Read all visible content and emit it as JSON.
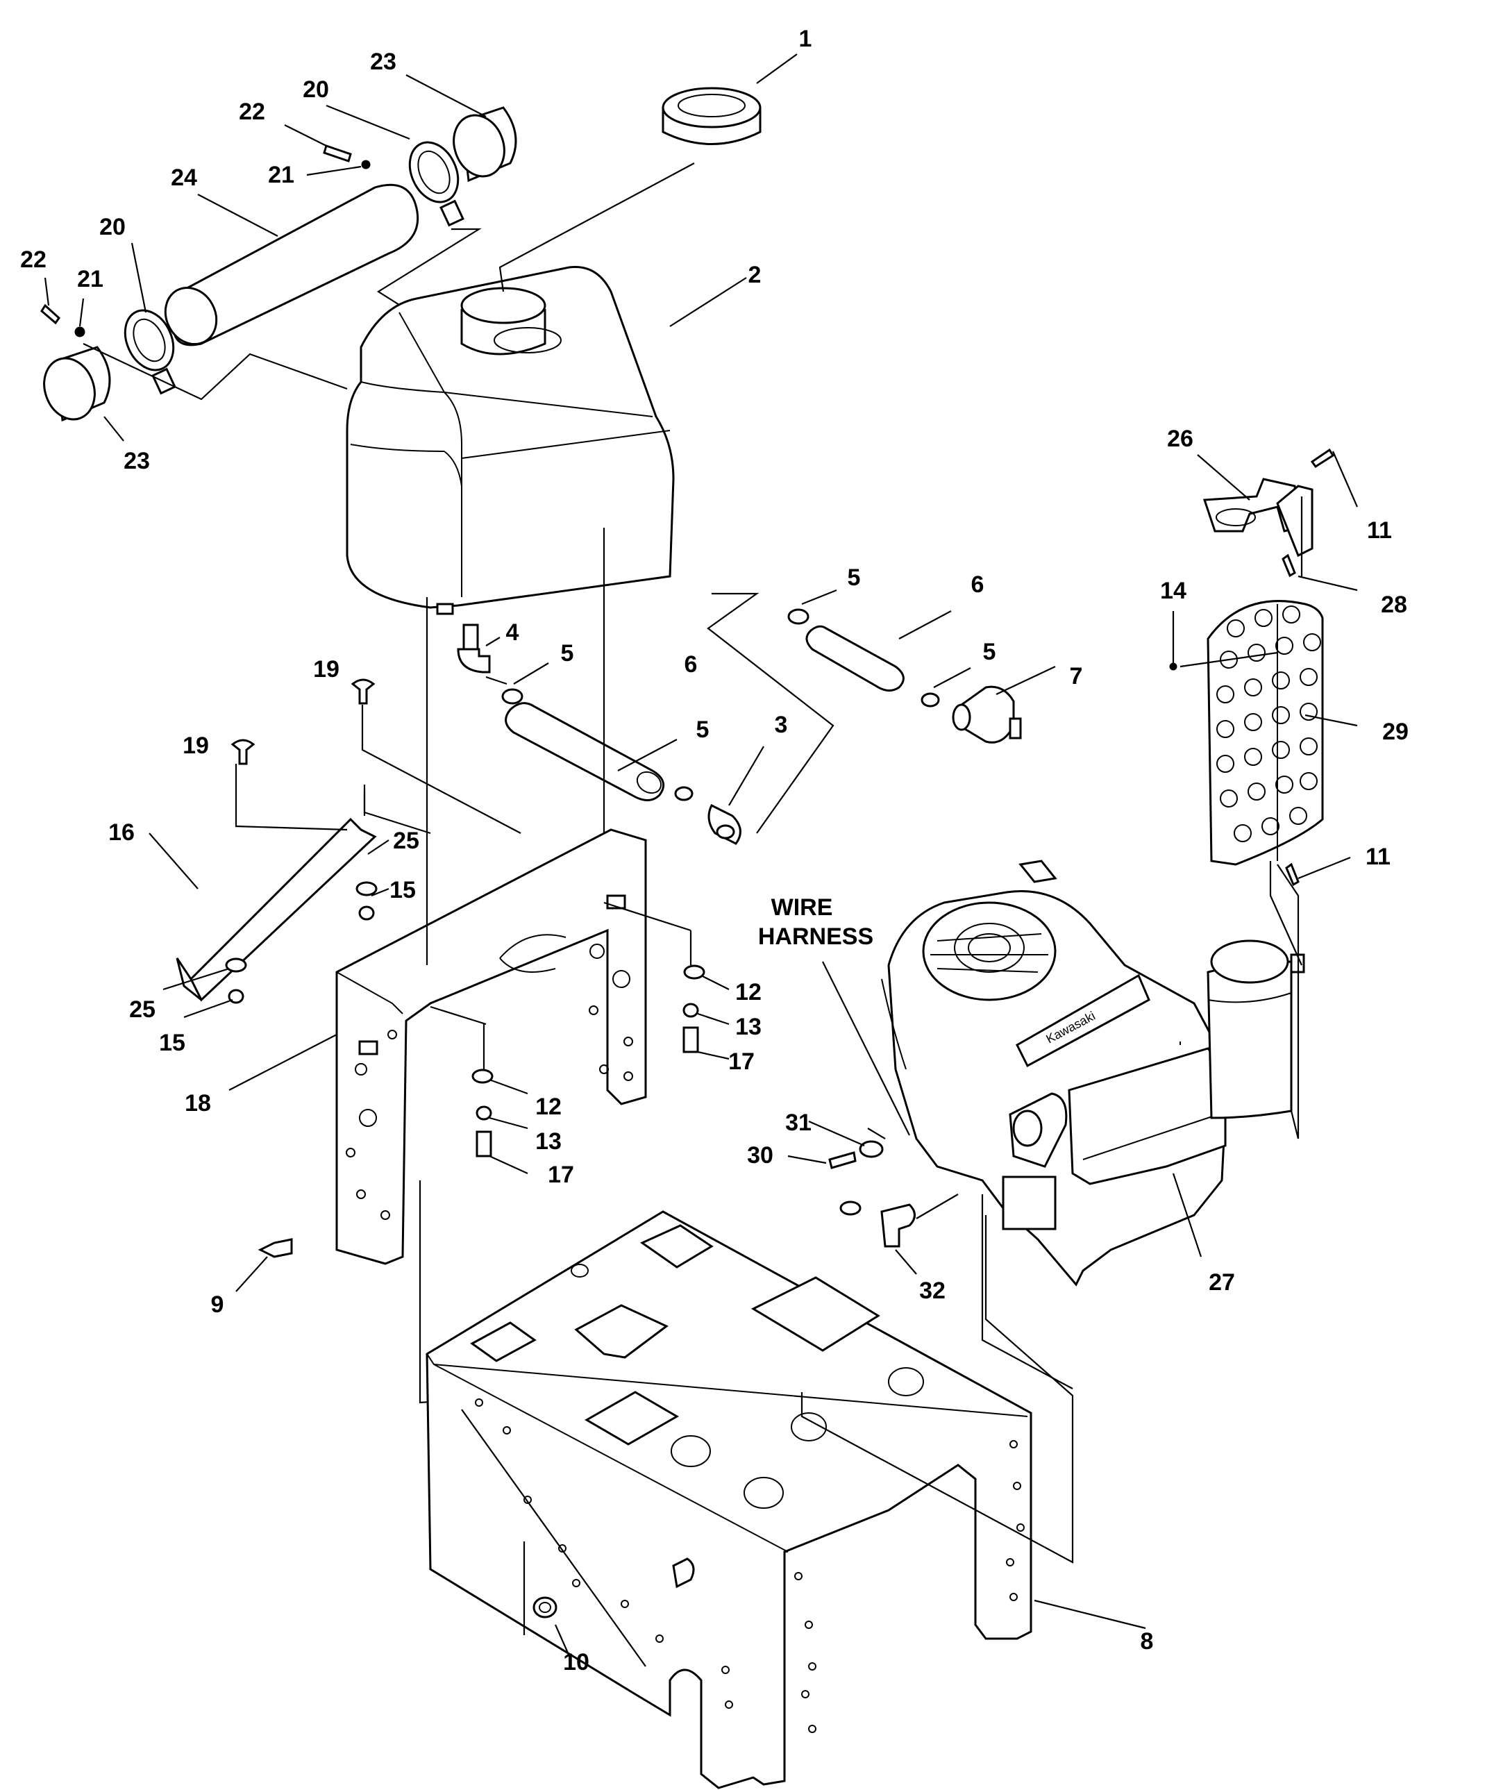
{
  "callouts": [
    {
      "id": "c1",
      "text": "1"
    },
    {
      "id": "c2",
      "text": "2"
    },
    {
      "id": "c3",
      "text": "3"
    },
    {
      "id": "c4",
      "text": "4"
    },
    {
      "id": "c5a",
      "text": "5"
    },
    {
      "id": "c5b",
      "text": "5"
    },
    {
      "id": "c5c",
      "text": "5"
    },
    {
      "id": "c5d",
      "text": "5"
    },
    {
      "id": "c6a",
      "text": "6"
    },
    {
      "id": "c6b",
      "text": "6"
    },
    {
      "id": "c7",
      "text": "7"
    },
    {
      "id": "c8",
      "text": "8"
    },
    {
      "id": "c9",
      "text": "9"
    },
    {
      "id": "c10",
      "text": "10"
    },
    {
      "id": "c11a",
      "text": "11"
    },
    {
      "id": "c11b",
      "text": "11"
    },
    {
      "id": "c12a",
      "text": "12"
    },
    {
      "id": "c12b",
      "text": "12"
    },
    {
      "id": "c13a",
      "text": "13"
    },
    {
      "id": "c13b",
      "text": "13"
    },
    {
      "id": "c14",
      "text": "14"
    },
    {
      "id": "c15a",
      "text": "15"
    },
    {
      "id": "c15b",
      "text": "15"
    },
    {
      "id": "c16",
      "text": "16"
    },
    {
      "id": "c17a",
      "text": "17"
    },
    {
      "id": "c17b",
      "text": "17"
    },
    {
      "id": "c18",
      "text": "18"
    },
    {
      "id": "c19a",
      "text": "19"
    },
    {
      "id": "c19b",
      "text": "19"
    },
    {
      "id": "c20a",
      "text": "20"
    },
    {
      "id": "c20b",
      "text": "20"
    },
    {
      "id": "c21a",
      "text": "21"
    },
    {
      "id": "c21b",
      "text": "21"
    },
    {
      "id": "c22a",
      "text": "22"
    },
    {
      "id": "c22b",
      "text": "22"
    },
    {
      "id": "c23a",
      "text": "23"
    },
    {
      "id": "c23b",
      "text": "23"
    },
    {
      "id": "c24",
      "text": "24"
    },
    {
      "id": "c25a",
      "text": "25"
    },
    {
      "id": "c25b",
      "text": "25"
    },
    {
      "id": "c26",
      "text": "26"
    },
    {
      "id": "c27",
      "text": "27"
    },
    {
      "id": "c28",
      "text": "28"
    },
    {
      "id": "c29",
      "text": "29"
    },
    {
      "id": "c30",
      "text": "30"
    },
    {
      "id": "c31",
      "text": "31"
    },
    {
      "id": "c32",
      "text": "32"
    }
  ],
  "wire_harness": {
    "line1": "WIRE",
    "line2": "HARNESS"
  },
  "engine_brand": "Kawasaki"
}
